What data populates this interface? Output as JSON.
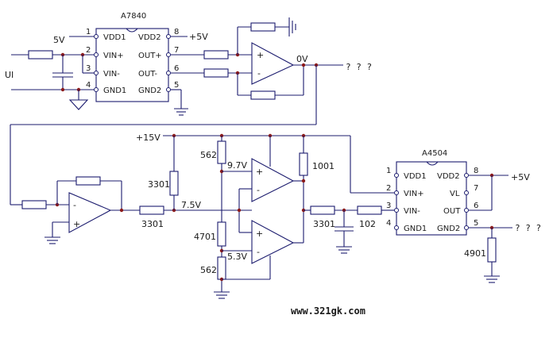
{
  "watermark": "www.321gk.com",
  "chip1": {
    "name": "A7840",
    "pins_left": [
      {
        "num": "1",
        "label": "VDD1"
      },
      {
        "num": "2",
        "label": "VIN+"
      },
      {
        "num": "3",
        "label": "VIN-"
      },
      {
        "num": "4",
        "label": "GND1"
      }
    ],
    "pins_right": [
      {
        "num": "8",
        "label": "VDD2"
      },
      {
        "num": "7",
        "label": "OUT+"
      },
      {
        "num": "6",
        "label": "OUT-"
      },
      {
        "num": "5",
        "label": "GND2"
      }
    ]
  },
  "chip2": {
    "name": "A4504",
    "pins_left": [
      {
        "num": "1",
        "label": "VDD1"
      },
      {
        "num": "2",
        "label": "VIN+"
      },
      {
        "num": "3",
        "label": "VIN-"
      },
      {
        "num": "4",
        "label": "GND1"
      }
    ],
    "pins_right": [
      {
        "num": "8",
        "label": "VDD2"
      },
      {
        "num": "7",
        "label": "VL"
      },
      {
        "num": "6",
        "label": "OUT"
      },
      {
        "num": "5",
        "label": "GND2"
      }
    ]
  },
  "labels": {
    "v5_left": "5V",
    "v5_chip1": "+5V",
    "ui": "UI",
    "zero_v": "0V",
    "unknown_top": "? ? ?",
    "v15": "+15V",
    "v5_chip2": "+5V",
    "unknown_bottom": "? ? ?",
    "op_plus": "+",
    "op_minus": "-"
  },
  "resistors": {
    "r3301_vertical": "3301",
    "r3301_series": "3301",
    "r562_top": "562",
    "r4701": "4701",
    "r562_bottom": "562",
    "r1001": "1001",
    "r3301_filter": "3301",
    "r102": "102",
    "r4901": "4901"
  },
  "voltages": {
    "v97": "9.7V",
    "v75": "7.5V",
    "v53": "5.3V"
  }
}
